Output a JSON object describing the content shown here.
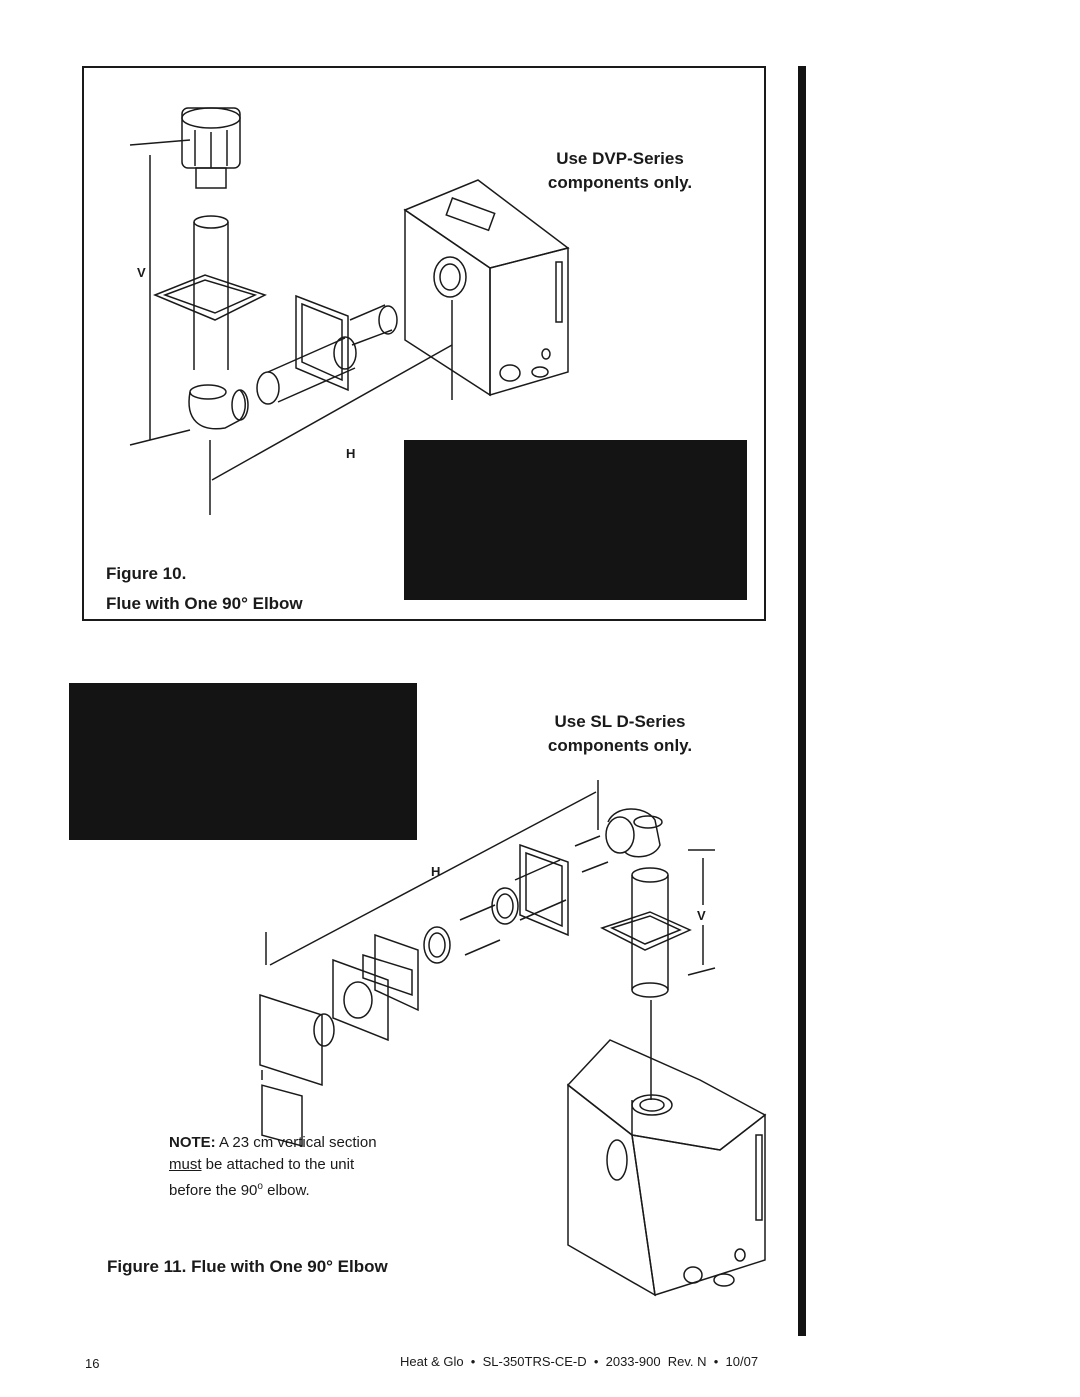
{
  "figure10": {
    "callout_line1": "Use DVP-Series",
    "callout_line2": "components only.",
    "dim_v": "V",
    "dim_h": "H",
    "caption_line1": "Figure 10.",
    "caption_line2": "Flue with One 90° Elbow"
  },
  "figure11": {
    "callout_line1": "Use SL D-Series",
    "callout_line2": "components only.",
    "dim_h": "H",
    "dim_v": "V",
    "note_label": "NOTE:",
    "note_text1": " A 23 cm vertical section",
    "note_must": "must",
    "note_text2": " be attached to the unit",
    "note_text3": "before the 90",
    "note_deg": "o",
    "note_text4": " elbow.",
    "caption": "Figure 11. Flue with One 90° Elbow"
  },
  "footer": {
    "page_number": "16",
    "doc_info": "Heat & Glo  •  SL-350TRS-CE-D  •  2033-900  Rev. N  •  10/07"
  }
}
